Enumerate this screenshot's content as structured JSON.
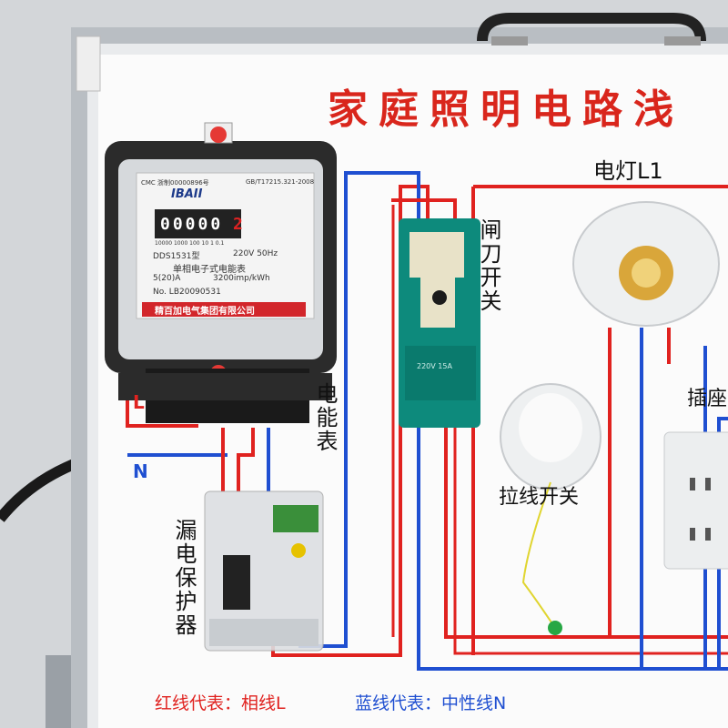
{
  "board": {
    "title": "家庭照明电路浅",
    "lamp_label": "电灯L1",
    "switch_label": "闸刀开关",
    "meter_label": "电能表",
    "rcd_label": "漏电保护器",
    "pull_switch_label": "拉线开关",
    "socket_label": "插座",
    "line_L": "L",
    "line_N": "N",
    "legend_red": "红线代表：相线L",
    "legend_blue": "蓝线代表：中性线N"
  },
  "meter": {
    "brand": "IBAII",
    "reading": "00000",
    "reading_last": "2",
    "model": "DDS1531型",
    "voltage": "220V  50Hz",
    "name": "单相电子式电能表",
    "current": "5(20)A",
    "constant": "3200imp/kWh",
    "serial": "No. LB20090531",
    "maker": "精百加电气集团有限公司",
    "cert": "GB/T17215.321-2008",
    "mark": "CMC 浙制00000896号",
    "digits_scale": "10000 1000 100 10 1 0.1"
  },
  "switch_device": {
    "rating": "220V 15A"
  },
  "colors": {
    "phase": "#e0221f",
    "neutral": "#1f4fd1",
    "meter_body": "#2b2b2b",
    "switch_green": "#0d8a7c"
  }
}
